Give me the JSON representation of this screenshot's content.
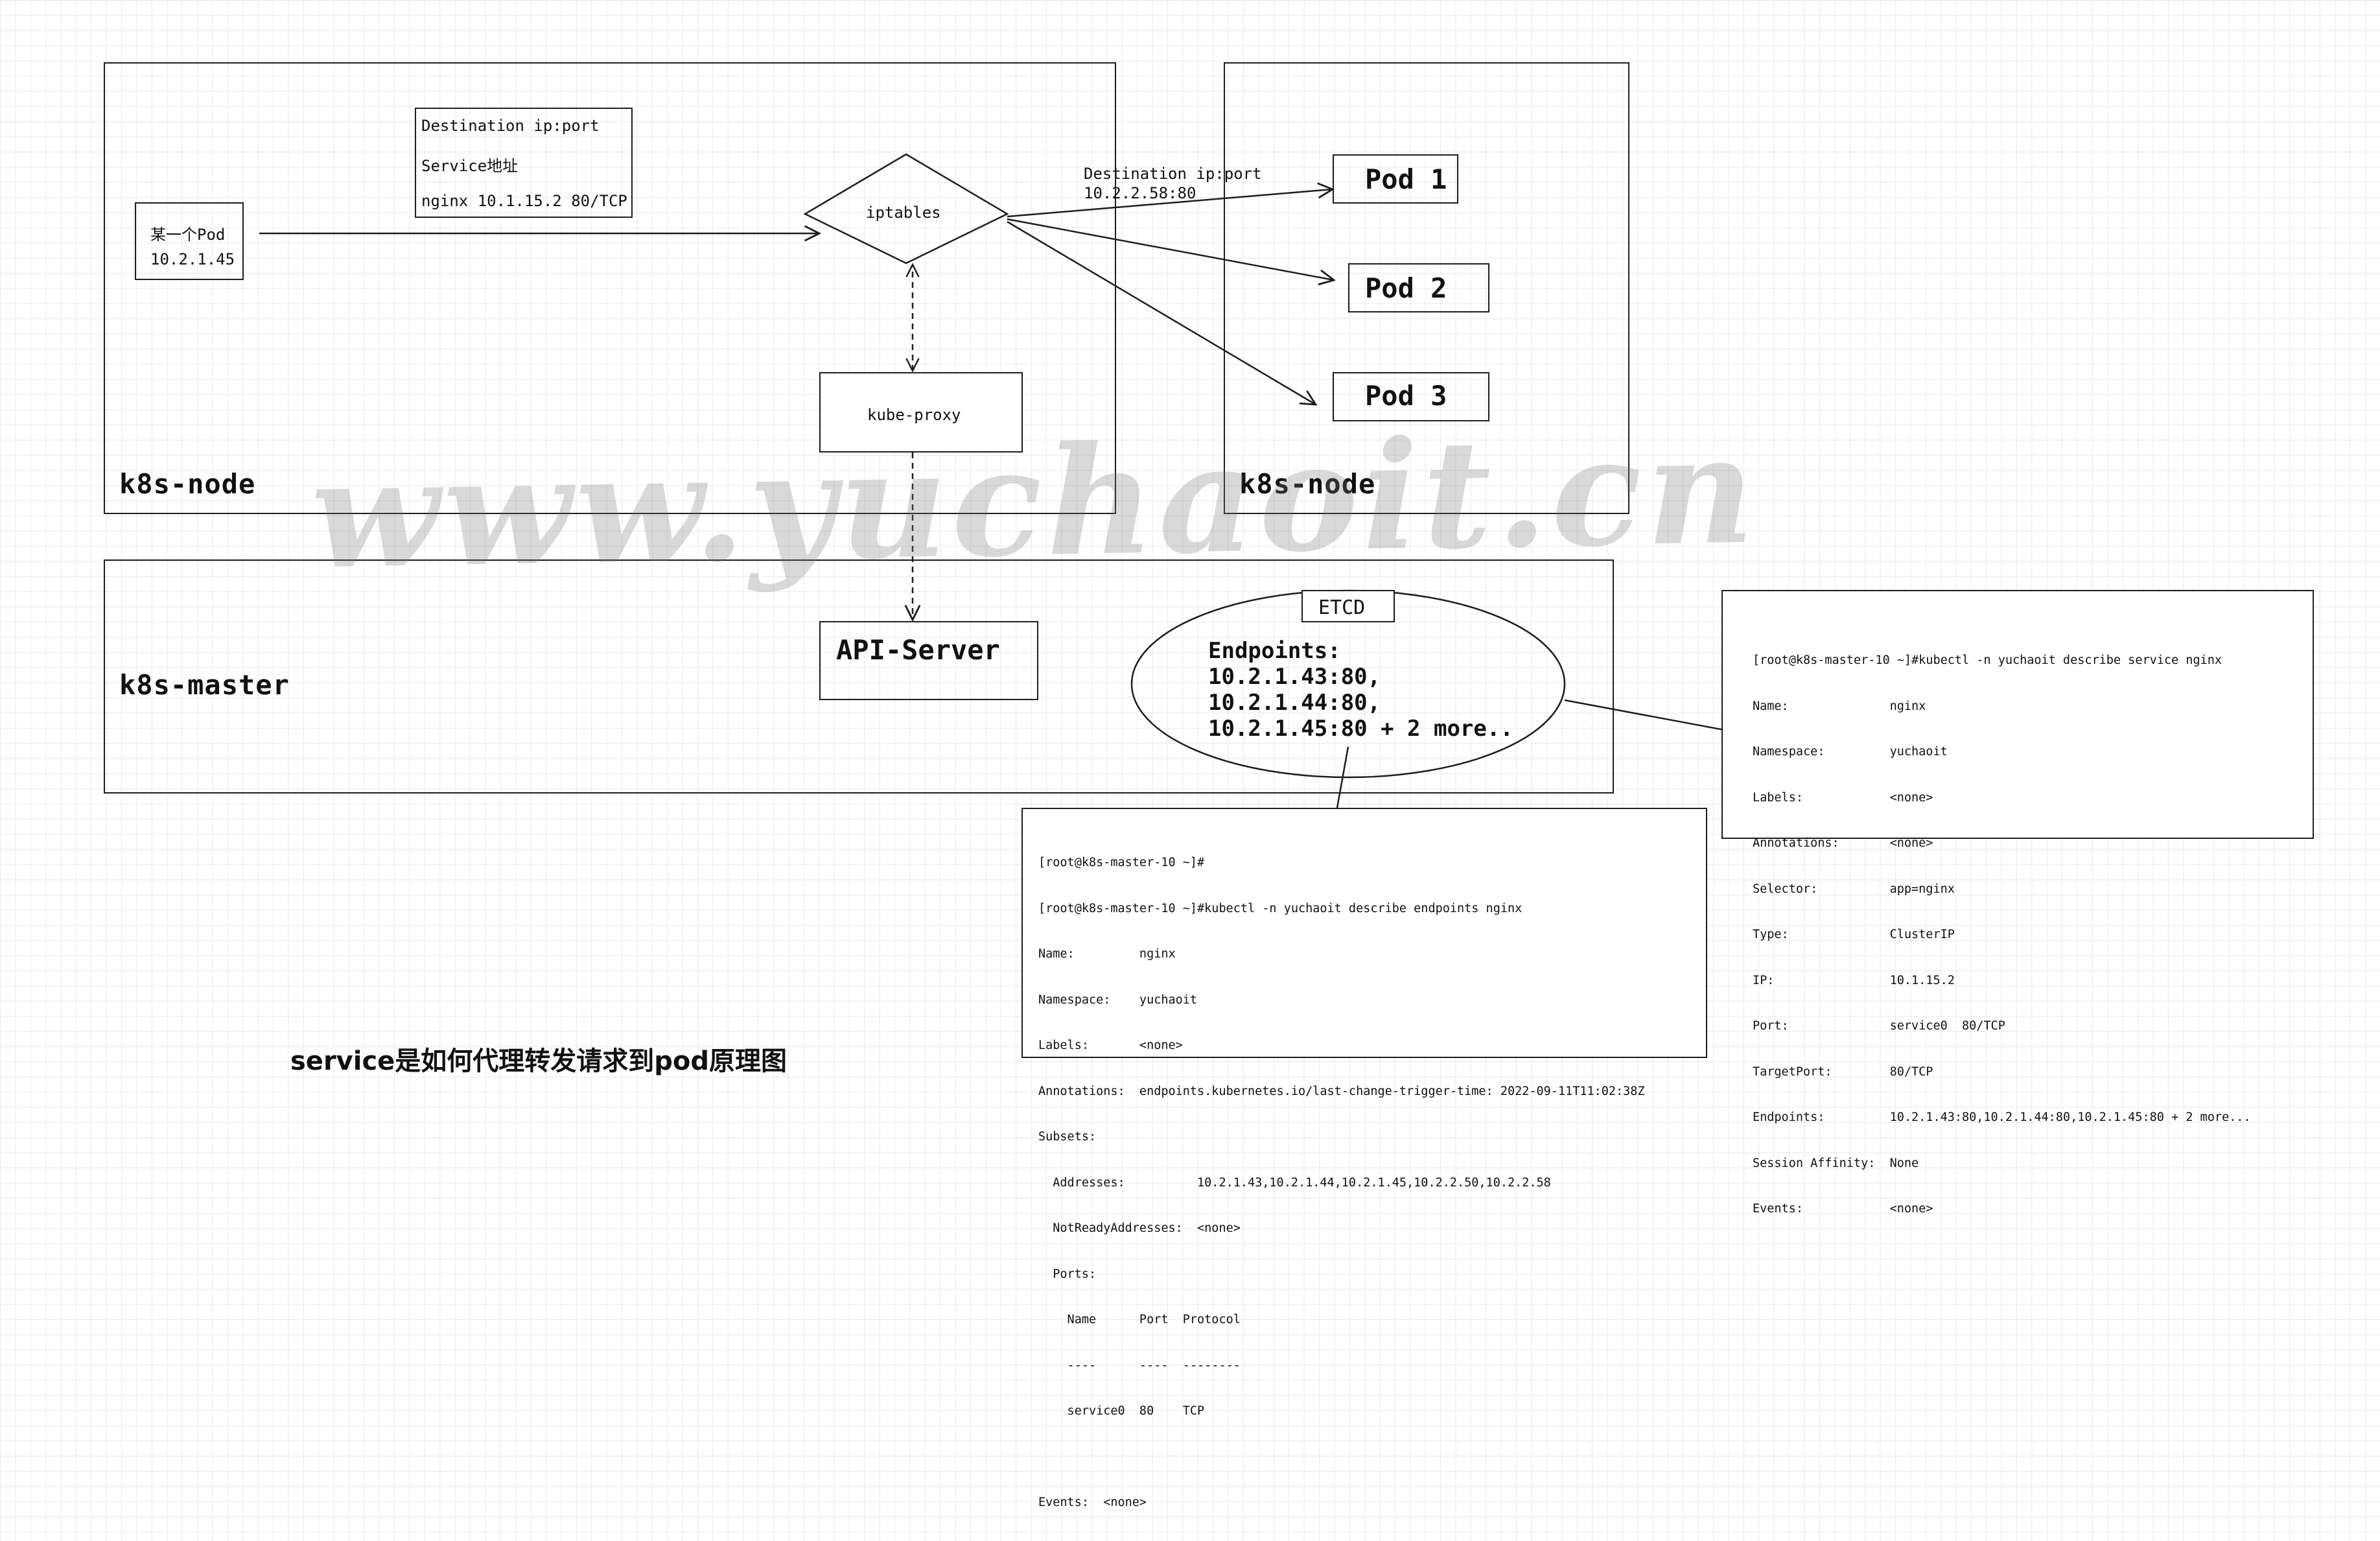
{
  "nodes": {
    "node_left_label": "k8s-node",
    "node_right_label": "k8s-node",
    "master_label": "k8s-master"
  },
  "pod_source": {
    "line1": "某一个Pod",
    "line2": "10.2.1.45"
  },
  "dest_note": {
    "line1": "Destination ip:port",
    "line2": "Service地址",
    "line3": "nginx 10.1.15.2  80/TCP"
  },
  "iptables": {
    "label": "iptables"
  },
  "kube_proxy": {
    "label": "kube-proxy"
  },
  "arrow_dest": {
    "line1": "Destination ip:port",
    "line2": "10.2.2.58:80"
  },
  "pods": [
    "Pod 1",
    "Pod 2",
    "Pod 3"
  ],
  "api_server": {
    "label": "API-Server"
  },
  "etcd": {
    "label": "ETCD",
    "line1": "Endpoints:",
    "line2": "10.2.1.43:80,",
    "line3": "10.2.1.44:80,",
    "line4": "10.2.1.45:80 + 2 more.."
  },
  "service_terminal": {
    "lines": [
      "[root@k8s-master-10 ~]#kubectl -n yuchaoit describe service nginx",
      "Name:              nginx",
      "Namespace:         yuchaoit",
      "Labels:            <none>",
      "Annotations:       <none>",
      "Selector:          app=nginx",
      "Type:              ClusterIP",
      "IP:                10.1.15.2",
      "Port:              service0  80/TCP",
      "TargetPort:        80/TCP",
      "Endpoints:         10.2.1.43:80,10.2.1.44:80,10.2.1.45:80 + 2 more...",
      "Session Affinity:  None",
      "Events:            <none>"
    ]
  },
  "endpoints_terminal": {
    "lines": [
      "[root@k8s-master-10 ~]#",
      "[root@k8s-master-10 ~]#kubectl -n yuchaoit describe endpoints nginx",
      "Name:         nginx",
      "Namespace:    yuchaoit",
      "Labels:       <none>",
      "Annotations:  endpoints.kubernetes.io/last-change-trigger-time: 2022-09-11T11:02:38Z",
      "Subsets:",
      "  Addresses:          10.2.1.43,10.2.1.44,10.2.1.45,10.2.2.50,10.2.2.58",
      "  NotReadyAddresses:  <none>",
      "  Ports:",
      "    Name      Port  Protocol",
      "    ----      ----  --------",
      "    service0  80    TCP",
      "",
      "Events:  <none>"
    ]
  },
  "caption": "service是如何代理转发请求到pod原理图",
  "watermark": "www.yuchaoit.cn"
}
